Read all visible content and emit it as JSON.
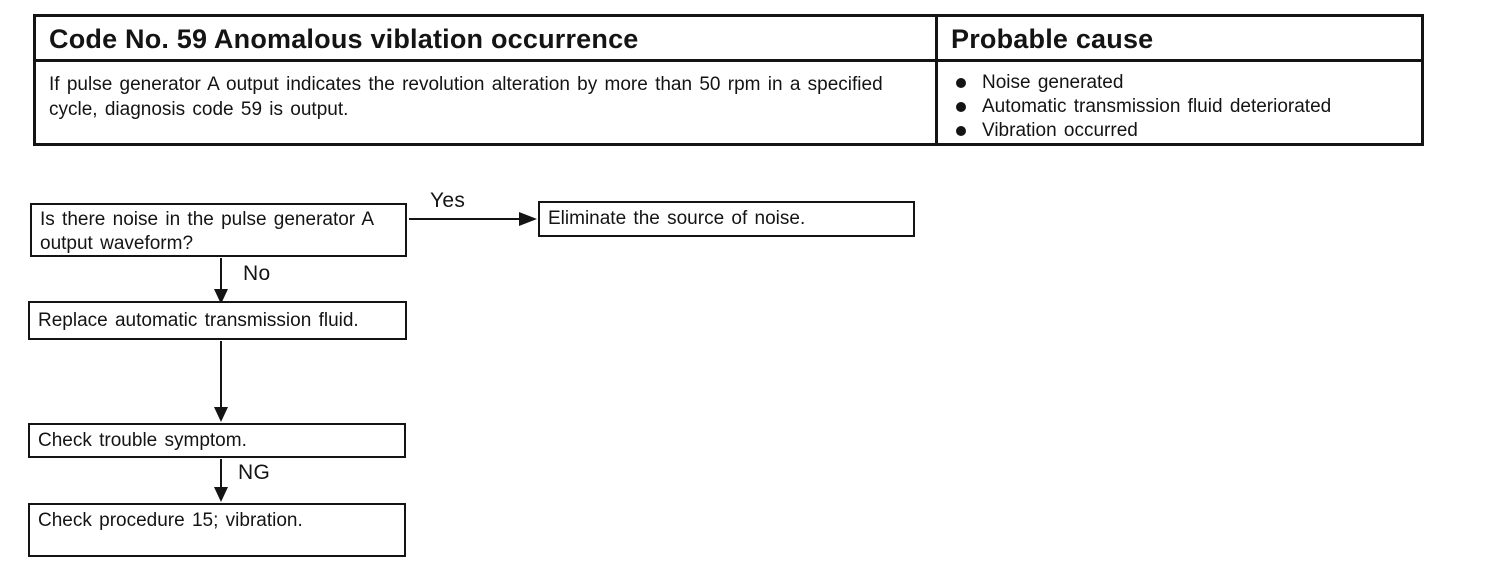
{
  "table": {
    "code_title": "Code No. 59 Anomalous viblation occurrence",
    "code_description": "If pulse generator A output indicates the revolution alteration by more than 50 rpm in a specified cycle, diagnosis code 59 is output.",
    "cause_header": "Probable cause",
    "causes": [
      "Noise generated",
      "Automatic transmission fluid deteriorated",
      "Vibration occurred"
    ]
  },
  "flowchart": {
    "question": "Is there noise in the pulse generator A output waveform?",
    "yes_label": "Yes",
    "no_label": "No",
    "ng_label": "NG",
    "action_eliminate_noise": "Eliminate the source of noise.",
    "action_replace_fluid": "Replace automatic transmission fluid.",
    "action_check_symptom": "Check trouble symptom.",
    "action_check_procedure": "Check procedure 15; vibration."
  }
}
